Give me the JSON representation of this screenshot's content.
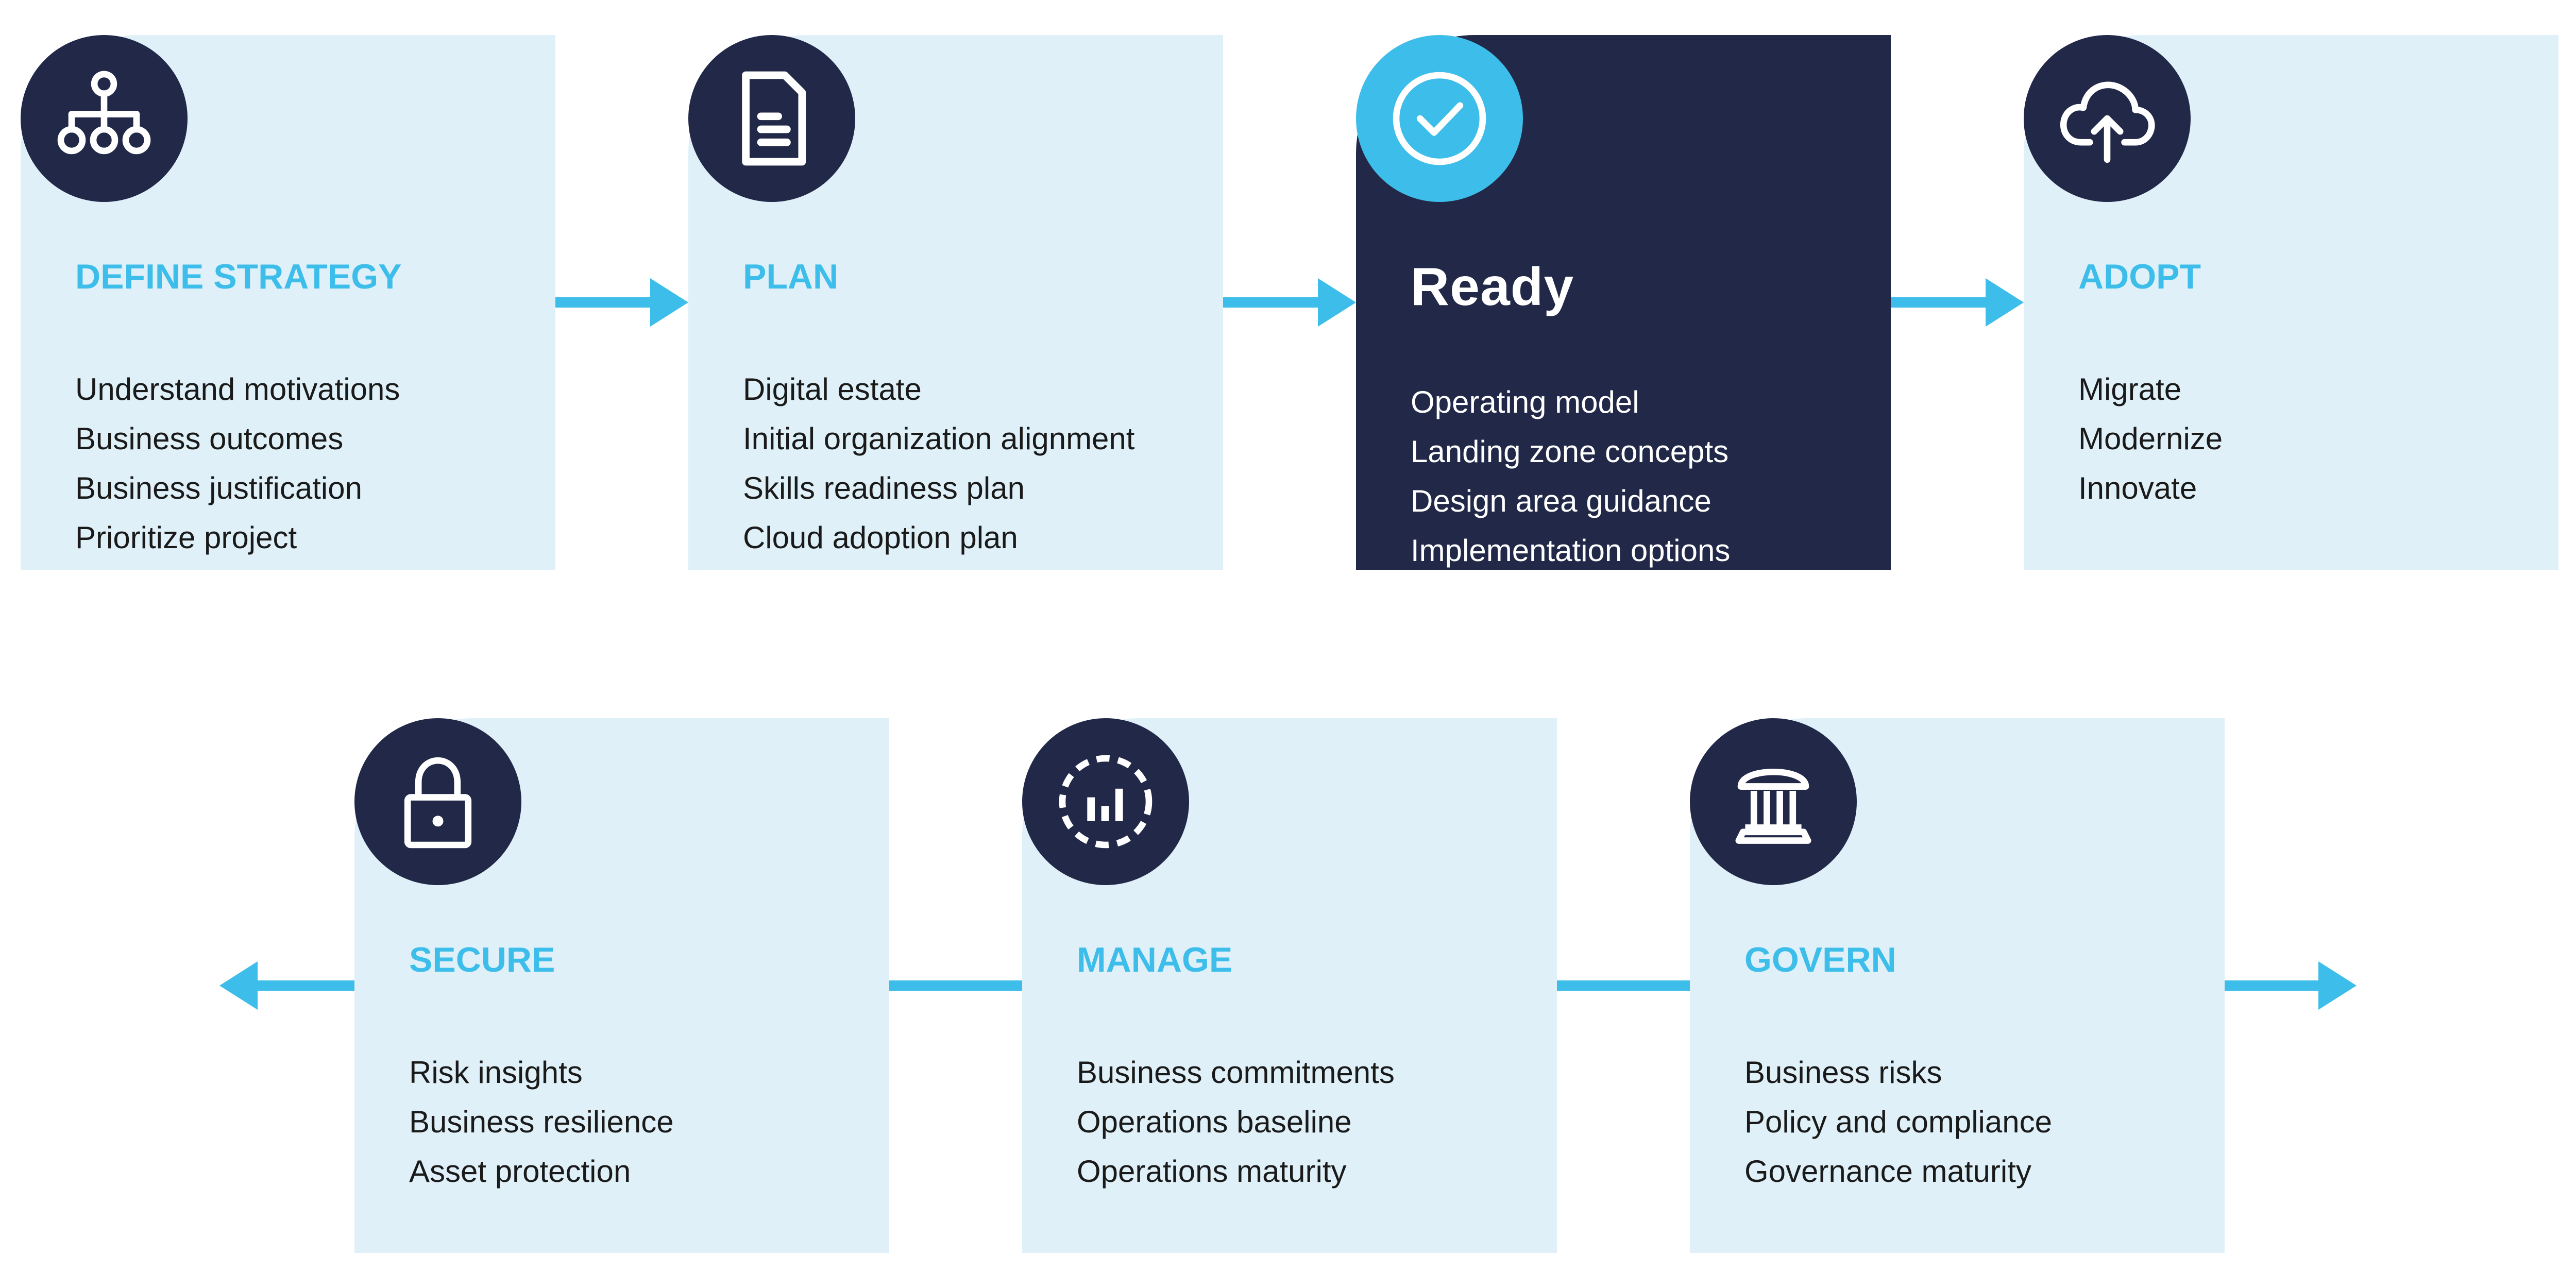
{
  "colors": {
    "card_bg": "#dff0f8",
    "dark": "#212848",
    "accent": "#3dbde9"
  },
  "cards": {
    "strategy": {
      "icon": "hierarchy-icon",
      "title": "DEFINE STRATEGY",
      "items": [
        "Understand motivations",
        "Business outcomes",
        "Business justification",
        "Prioritize project"
      ]
    },
    "plan": {
      "icon": "document-icon",
      "title": "PLAN",
      "items": [
        "Digital estate",
        "Initial organization alignment",
        "Skills readiness plan",
        "Cloud adoption plan"
      ]
    },
    "ready": {
      "icon": "checkmark-circle-icon",
      "title": "Ready",
      "items": [
        "Operating model",
        "Landing zone concepts",
        "Design area guidance",
        "Implementation options"
      ]
    },
    "adopt": {
      "icon": "cloud-upload-icon",
      "title": "ADOPT",
      "items": [
        "Migrate",
        "Modernize",
        "Innovate"
      ]
    },
    "secure": {
      "icon": "lock-icon",
      "title": "SECURE",
      "items": [
        "Risk insights",
        "Business resilience",
        "Asset protection"
      ]
    },
    "manage": {
      "icon": "chart-dashed-circle-icon",
      "title": "MANAGE",
      "items": [
        "Business commitments",
        "Operations baseline",
        "Operations maturity"
      ]
    },
    "govern": {
      "icon": "building-columns-icon",
      "title": "GOVERN",
      "items": [
        "Business risks",
        "Policy and compliance",
        "Governance maturity"
      ]
    }
  }
}
